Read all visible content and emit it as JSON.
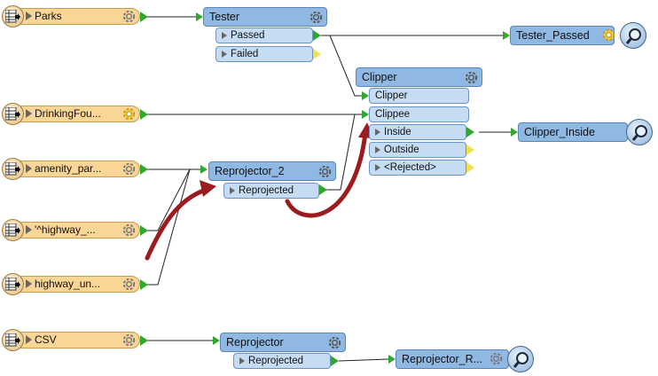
{
  "readers": [
    {
      "id": "parks",
      "label": "Parks"
    },
    {
      "id": "drinking",
      "label": "DrinkingFou..."
    },
    {
      "id": "amenity",
      "label": "amenity_par..."
    },
    {
      "id": "highway1",
      "label": "'^highway_..."
    },
    {
      "id": "highway2",
      "label": "highway_un..."
    },
    {
      "id": "csv",
      "label": "CSV"
    }
  ],
  "transformers": {
    "tester": {
      "title": "Tester",
      "ports": [
        "Passed",
        "Failed"
      ]
    },
    "clipper": {
      "title": "Clipper",
      "inputs": [
        "Clipper",
        "Clippee"
      ],
      "outputs": [
        "Inside",
        "Outside",
        "<Rejected>"
      ]
    },
    "reprojector2": {
      "title": "Reprojector_2",
      "ports": [
        "Reprojected"
      ]
    },
    "reprojector": {
      "title": "Reprojector",
      "ports": [
        "Reprojected"
      ]
    }
  },
  "inspectors": {
    "tester_passed": "Tester_Passed",
    "clipper_inside": "Clipper_Inside",
    "reprojector_r": "Reprojector_R..."
  },
  "colors": {
    "reader_fill": "#f9d596",
    "transformer_fill": "#8fb8e3",
    "port_fill": "#c5dcf3",
    "output_port": "#2ea82e",
    "unused_port": "#f2e14e",
    "annotation_arrow": "#9b1b1f"
  },
  "icons": [
    "table-icon",
    "gear-icon",
    "magnifier-icon",
    "port-arrow-icon"
  ]
}
